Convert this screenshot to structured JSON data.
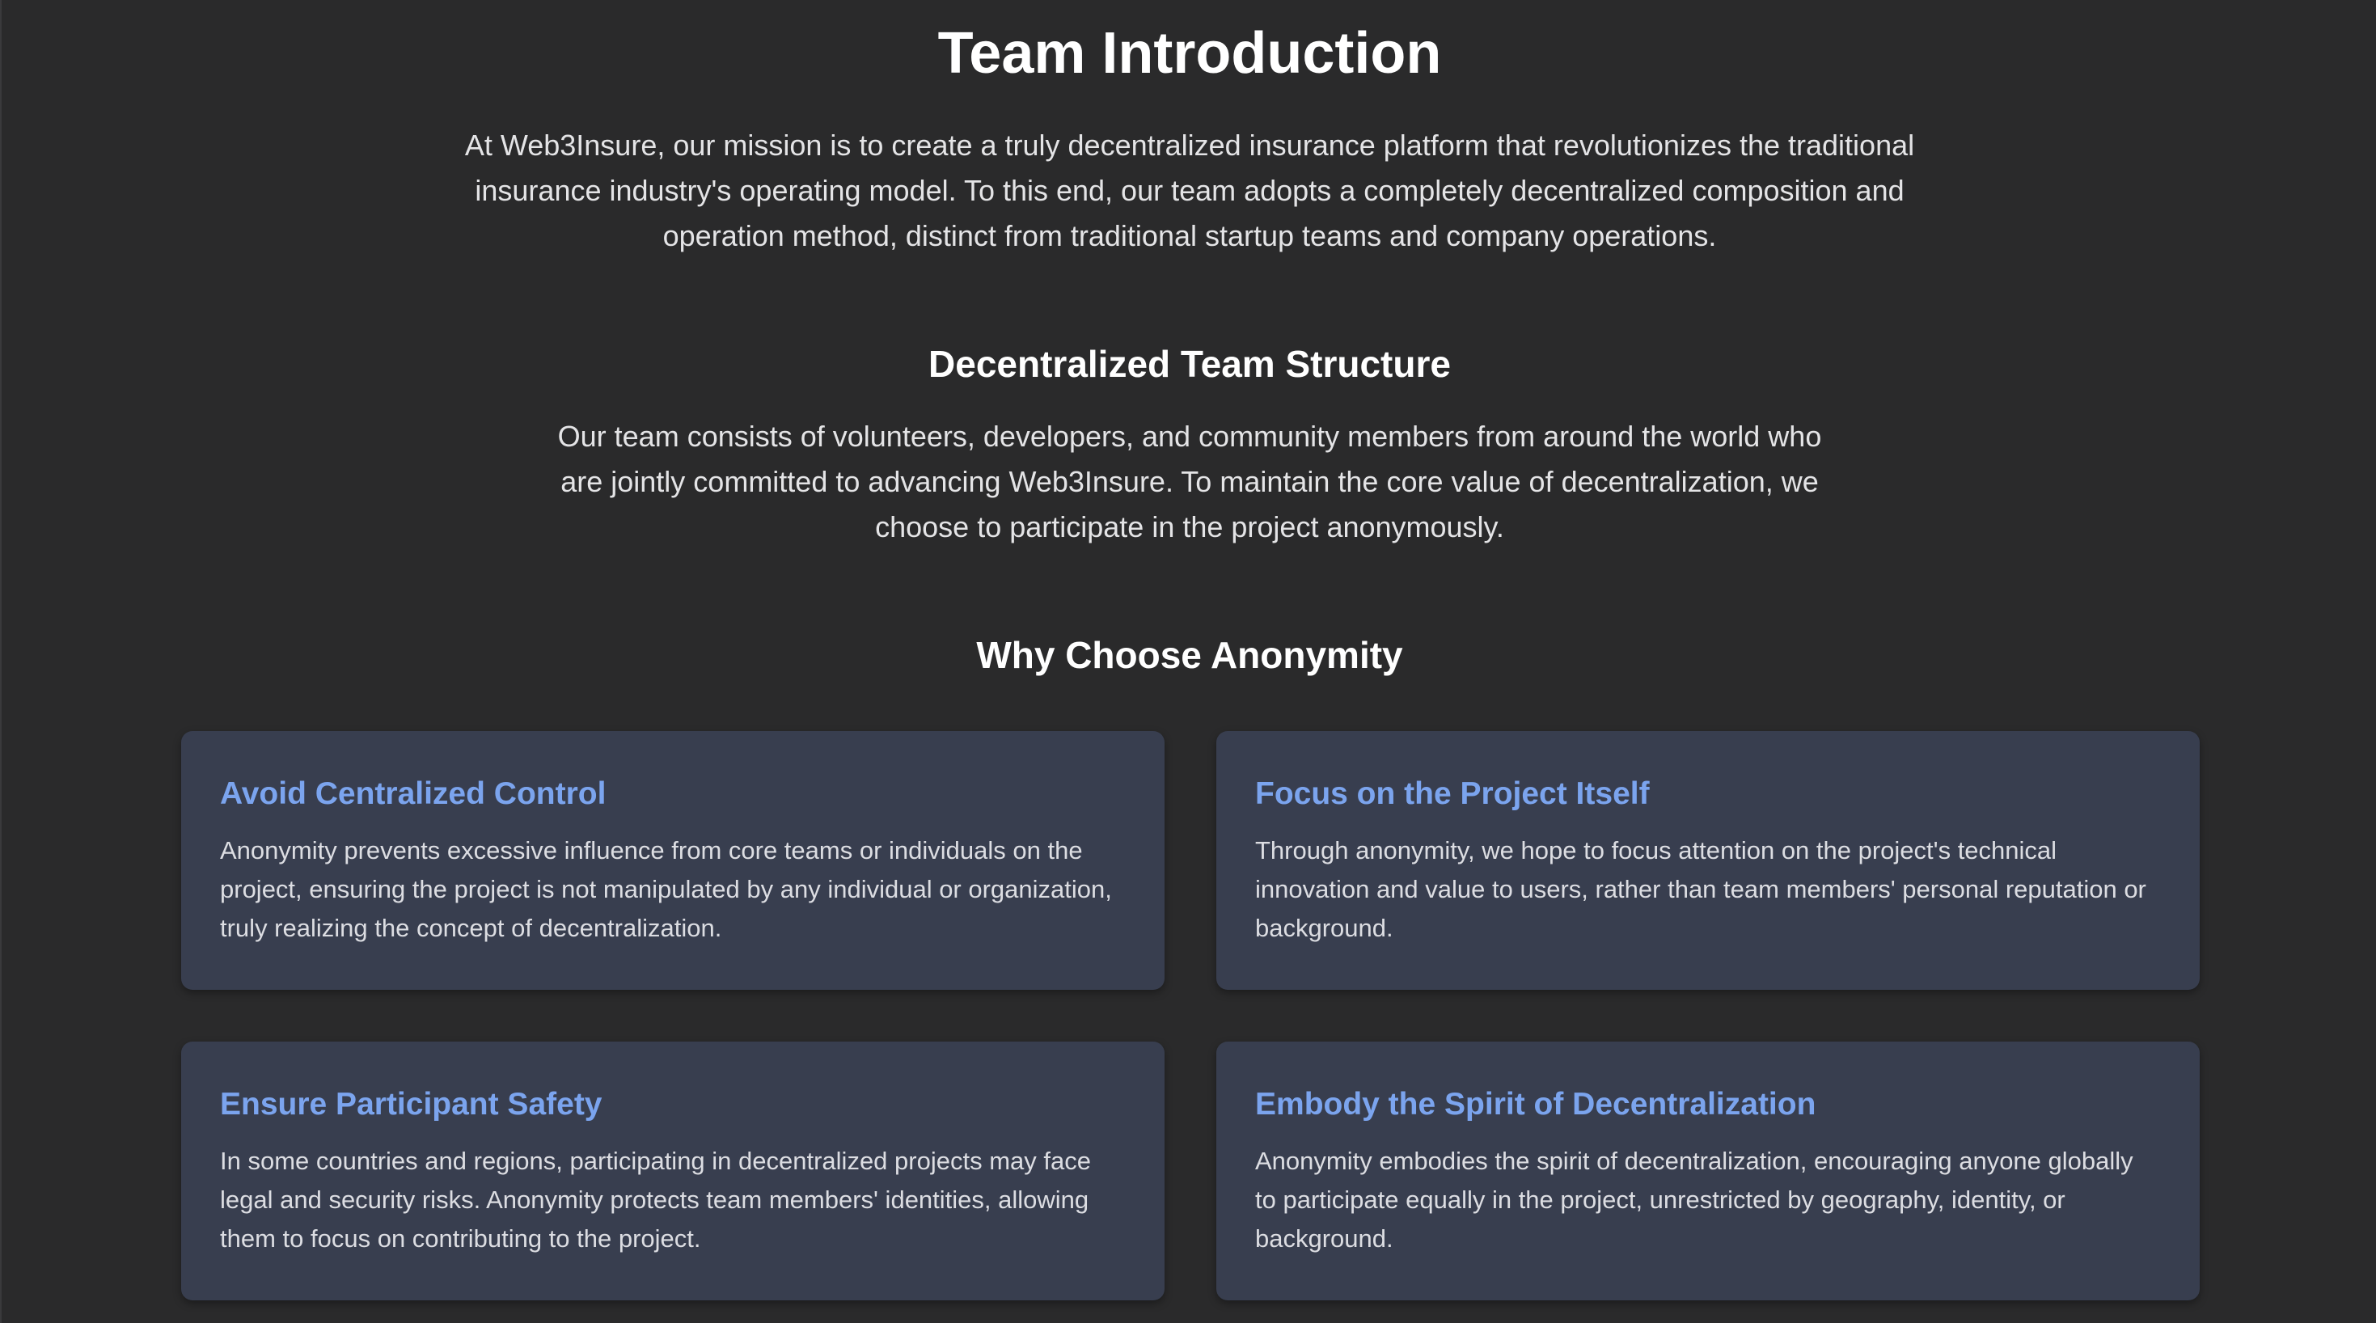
{
  "page": {
    "title": "Team Introduction",
    "intro": "At Web3Insure, our mission is to create a truly decentralized insurance platform that revolutionizes the traditional insurance industry's operating model. To this end, our team adopts a completely decentralized composition and operation method, distinct from traditional startup teams and company operations."
  },
  "structure": {
    "heading": "Decentralized Team Structure",
    "text": "Our team consists of volunteers, developers, and community members from around the world who are jointly committed to advancing Web3Insure. To maintain the core value of decentralization, we choose to participate in the project anonymously."
  },
  "anonymity": {
    "heading": "Why Choose Anonymity",
    "cards": [
      {
        "title": "Avoid Centralized Control",
        "text": "Anonymity prevents excessive influence from core teams or individuals on the project, ensuring the project is not manipulated by any individual or organization, truly realizing the concept of decentralization."
      },
      {
        "title": "Focus on the Project Itself",
        "text": "Through anonymity, we hope to focus attention on the project's technical innovation and value to users, rather than team members' personal reputation or background."
      },
      {
        "title": "Ensure Participant Safety",
        "text": "In some countries and regions, participating in decentralized projects may face legal and security risks. Anonymity protects team members' identities, allowing them to focus on contributing to the project."
      },
      {
        "title": "Embody the Spirit of Decentralization",
        "text": "Anonymity embodies the spirit of decentralization, encouraging anyone globally to participate equally in the project, unrestricted by geography, identity, or background."
      }
    ]
  },
  "colors": {
    "background": "#2a2a2b",
    "card_background": "#383e4f",
    "card_title": "#7ba4ee"
  }
}
